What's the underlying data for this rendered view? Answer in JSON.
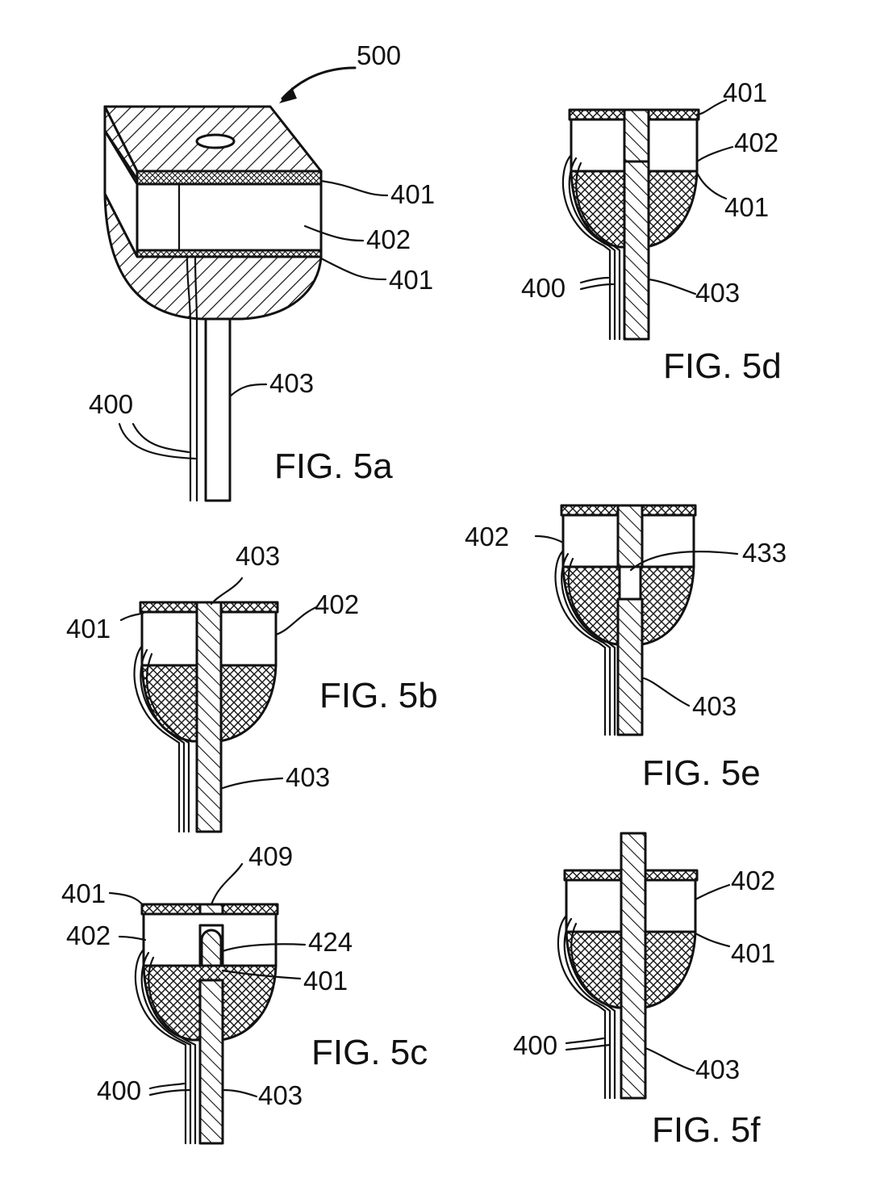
{
  "figures": {
    "fig5a": {
      "caption": "FIG. 5a",
      "refs": {
        "assembly": "500",
        "top_layer": "401",
        "body": "402",
        "bottom_layer": "401",
        "wires": "400",
        "rod": "403"
      }
    },
    "fig5b": {
      "caption": "FIG. 5b",
      "refs": {
        "rod_top": "403",
        "layer": "401",
        "body": "402",
        "rod_bottom": "403"
      }
    },
    "fig5c": {
      "caption": "FIG. 5c",
      "refs": {
        "plug": "409",
        "layer": "401",
        "body": "402",
        "ball": "424",
        "layer_lower": "401",
        "wires": "400",
        "rod": "403"
      }
    },
    "fig5d": {
      "caption": "FIG. 5d",
      "refs": {
        "top_layer": "401",
        "body": "402",
        "lower_layer": "401",
        "wires": "400",
        "rod": "403"
      }
    },
    "fig5e": {
      "caption": "FIG. 5e",
      "refs": {
        "body": "402",
        "gap": "433",
        "rod": "403"
      }
    },
    "fig5f": {
      "caption": "FIG. 5f",
      "refs": {
        "body": "402",
        "lower_layer": "401",
        "wires": "400",
        "rod": "403"
      }
    }
  },
  "colors": {
    "ink": "#111111",
    "paper": "#ffffff"
  }
}
